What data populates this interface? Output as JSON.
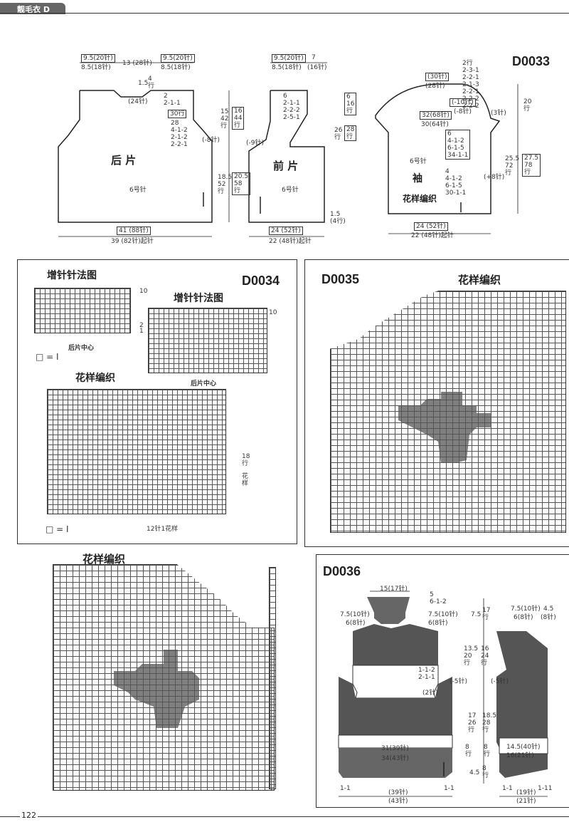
{
  "header": {
    "tab_label": "靓毛衣 D",
    "page_number": "122"
  },
  "d0033": {
    "code": "D0033",
    "back": {
      "name": "后 片",
      "needle": "6号针",
      "top_left": "9.5(20针)",
      "top_left_sub": "8.5(18针)",
      "top_mid": "13 (28针)",
      "top_right": "9.5(20针)",
      "top_right_sub": "8.5(18针)",
      "neck_depth": "1.5",
      "neck_rows": "4\n行",
      "neck_st": "(24针)",
      "shape1": "2\n2-1-1",
      "rows_box": "30行",
      "shape2": "28\n4-1-2\n2-1-2\n2-2-1",
      "dec": "(-8针)",
      "bottom": "41 (88针)",
      "bottom_sub": "39 (82针)起针"
    },
    "mid": {
      "upper": "15\n42\n行",
      "upper2": "16\n44\n行",
      "lower": "18.5\n52\n行",
      "lower2": "20.5\n58\n行"
    },
    "front": {
      "name": "前 片",
      "needle": "6号针",
      "top_left": "9.5(20针)",
      "top_left_sub": "8.5(18针)",
      "top_right": "7",
      "top_right_sub": "(16针)",
      "shape": "6\n2-1-1\n2-2-2\n2-5-1",
      "neck": "6\n16\n行",
      "arm": "28\n行",
      "arm2": "26\n行",
      "dec": "(-9针)",
      "bottom": "24 (52针)",
      "bottom_sub": "22 (48针)起针",
      "hem": "1.5\n(4行)"
    },
    "sleeve": {
      "name": "袖",
      "needle": "6号针",
      "pattern": "花样编织",
      "cap_top": "(30针)",
      "cap_sub": "(28针)",
      "cap_shape": "2行\n2-3-1\n2-2-1\n2-1-3\n2-2-1\n2-2-2\n2-2-2",
      "cap_box": "(-10针)",
      "cap_sub2": "(-8针)",
      "cap_rows": "(3针)",
      "width_box": "32(68针)",
      "width_sub": "30(64针)",
      "inc_box": "6\n4-1-2\n6-1-5\n34-1-1",
      "inc_shape": "4\n4-1-2\n6-1-5\n30-1-1",
      "cap_h": "20\n行",
      "length": "25.5\n72\n行",
      "length2": "27.5\n78\n行",
      "inc": "(+8针)",
      "bottom": "24 (52针)",
      "bottom_sub": "22 (48针)起针"
    }
  },
  "d0034": {
    "code": "D0034",
    "title1": "增针针法图",
    "title2": "增针针法图",
    "center1": "后片中心",
    "center2": "后片中心",
    "legend": "□ = Ⅰ",
    "pattern_title": "花样编织",
    "row_label": "18\n行",
    "pattern_label": "花\n样",
    "repeat": "12针1花样",
    "t10a": "10",
    "t2a": "2",
    "t1a": "1",
    "t10b": "10",
    "legend2": "□ = Ⅰ"
  },
  "d0035": {
    "code": "D0035",
    "title": "花样编织"
  },
  "d0035b": {
    "title": "花样编织"
  },
  "d0036": {
    "code": "D0036",
    "collar_top": "15(17针)",
    "collar_shape": "5\n6-1-2",
    "neck_left": "7.5(10针)",
    "neck_left_sub": "6(8针)",
    "neck_right": "7.5(10针)",
    "neck_right_sub": "6(8针)",
    "collar_rows": "7.5",
    "collar_rows2": "17\n行",
    "shape1": "1-1-2\n2-1-1",
    "st2": "(2针)",
    "dec": "(-5针)",
    "arm1": "13.5\n20\n行",
    "arm2": "16\n24\n行",
    "body1": "17\n26\n行",
    "body2": "18.5\n28\n行",
    "rib": "31(39针)",
    "rib_sub": "34(43针)",
    "rib_h": "8\n行",
    "rib_h2": "8\n行",
    "hem_h": "4.5",
    "hem_h2": "8\n行",
    "bottom": "(39针)",
    "bottom_sub": "(43针)",
    "corner_l": "1-1",
    "corner_r": "1-1",
    "side_top": "7.5(10针)",
    "side_top2": "4.5",
    "side_sub": "6(8针)",
    "side_sub2": "(8针)",
    "side_rib": "14.5(40针)",
    "side_rib2": "16(21针)",
    "side_bottom": "(19针)",
    "side_bottom_sub": "(21针)",
    "side_corner_l": "1-1",
    "side_corner_r": "1-11",
    "dec2": "(-5针)"
  }
}
